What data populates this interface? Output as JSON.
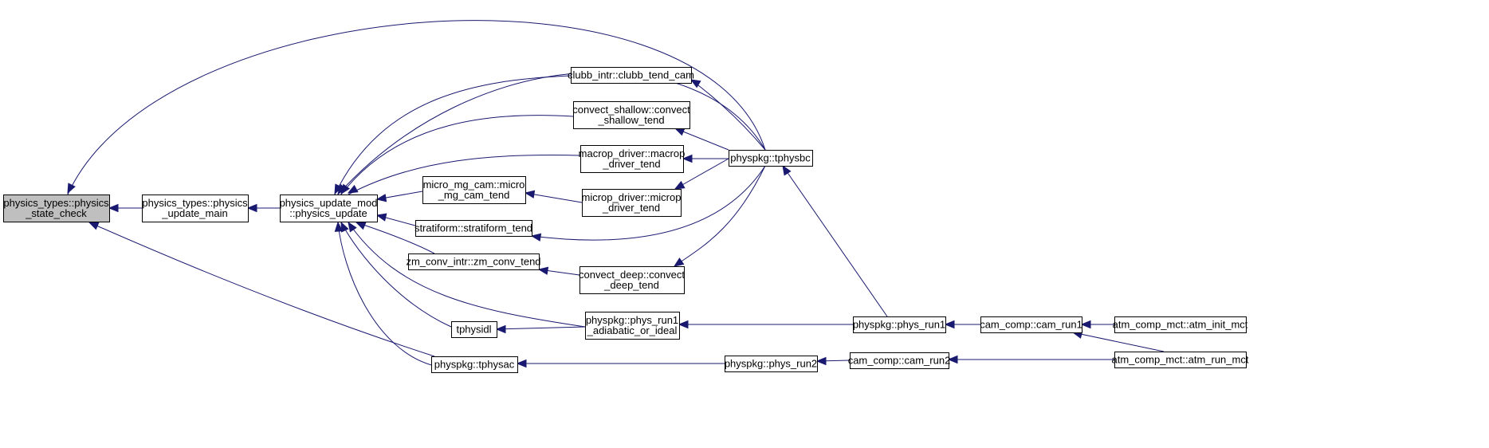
{
  "colors": {
    "edge": "#191970",
    "node_fill": "#ffffff",
    "focus_fill": "#bfbfbf",
    "border": "#000000"
  },
  "nodes": [
    {
      "id": "physics_state_check",
      "lines": [
        "physics_types::physics",
        "_state_check"
      ],
      "focus": true
    },
    {
      "id": "physics_update_main",
      "lines": [
        "physics_types::physics",
        "_update_main"
      ]
    },
    {
      "id": "physics_update",
      "lines": [
        "physics_update_mod",
        "::physics_update"
      ]
    },
    {
      "id": "clubb_tend_cam",
      "lines": [
        "clubb_intr::clubb_tend_cam"
      ]
    },
    {
      "id": "convect_shallow_tend",
      "lines": [
        "convect_shallow::convect",
        "_shallow_tend"
      ]
    },
    {
      "id": "macrop_driver_tend",
      "lines": [
        "macrop_driver::macrop",
        "_driver_tend"
      ]
    },
    {
      "id": "micro_mg_cam_tend",
      "lines": [
        "micro_mg_cam::micro",
        "_mg_cam_tend"
      ]
    },
    {
      "id": "microp_driver_tend",
      "lines": [
        "microp_driver::microp",
        "_driver_tend"
      ]
    },
    {
      "id": "stratiform_tend",
      "lines": [
        "stratiform::stratiform_tend"
      ]
    },
    {
      "id": "zm_conv_tend",
      "lines": [
        "zm_conv_intr::zm_conv_tend"
      ]
    },
    {
      "id": "convect_deep_tend",
      "lines": [
        "convect_deep::convect",
        "_deep_tend"
      ]
    },
    {
      "id": "tphysidl",
      "lines": [
        "tphysidl"
      ]
    },
    {
      "id": "phys_run1_adiabatic",
      "lines": [
        "physpkg::phys_run1",
        "_adiabatic_or_ideal"
      ]
    },
    {
      "id": "tphysac",
      "lines": [
        "physpkg::tphysac"
      ]
    },
    {
      "id": "tphysbc",
      "lines": [
        "physpkg::tphysbc"
      ]
    },
    {
      "id": "phys_run1",
      "lines": [
        "physpkg::phys_run1"
      ]
    },
    {
      "id": "phys_run2",
      "lines": [
        "physpkg::phys_run2"
      ]
    },
    {
      "id": "cam_run1",
      "lines": [
        "cam_comp::cam_run1"
      ]
    },
    {
      "id": "cam_run2",
      "lines": [
        "cam_comp::cam_run2"
      ]
    },
    {
      "id": "atm_init_mct",
      "lines": [
        "atm_comp_mct::atm_init_mct"
      ]
    },
    {
      "id": "atm_run_mct",
      "lines": [
        "atm_comp_mct::atm_run_mct"
      ]
    }
  ]
}
